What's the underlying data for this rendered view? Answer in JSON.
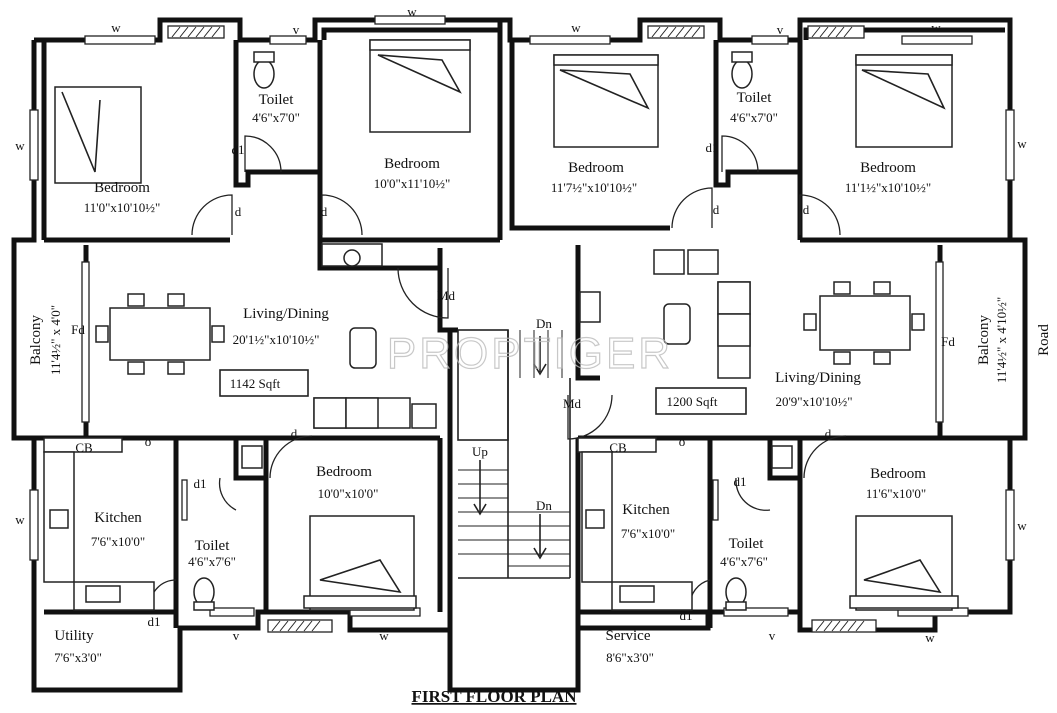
{
  "plan": {
    "title": "FIRST FLOOR PLAN",
    "watermark": "PROPTIGER",
    "road_label": "Road",
    "left_unit": {
      "area": "1142 Sqft",
      "bedroom_left": {
        "name": "Bedroom",
        "size": "11'0\"x10'10½\""
      },
      "toilet_top": {
        "name": "Toilet",
        "size": "4'6\"x7'0\""
      },
      "bedroom_top": {
        "name": "Bedroom",
        "size": "10'0\"x11'10½\""
      },
      "balcony": {
        "name": "Balcony",
        "size": "11'4½\" x 4'0\""
      },
      "living": {
        "name": "Living/Dining",
        "size": "20'1½\"x10'10½\""
      },
      "kitchen": {
        "name": "Kitchen",
        "size": "7'6\"x10'0\""
      },
      "toilet_bottom": {
        "name": "Toilet",
        "size": "4'6\"x7'6\""
      },
      "bedroom_bottom": {
        "name": "Bedroom",
        "size": "10'0\"x10'0\""
      },
      "utility": {
        "name": "Utility",
        "size": "7'6\"x3'0\""
      }
    },
    "right_unit": {
      "area": "1200 Sqft",
      "bedroom_mid": {
        "name": "Bedroom",
        "size": "11'7½\"x10'10½\""
      },
      "toilet_top": {
        "name": "Toilet",
        "size": "4'6\"x7'0\""
      },
      "bedroom_right": {
        "name": "Bedroom",
        "size": "11'1½\"x10'10½\""
      },
      "balcony": {
        "name": "Balcony",
        "size": "11'4½\" x 4'10½\""
      },
      "living": {
        "name": "Living/Dining",
        "size": "20'9\"x10'10½\""
      },
      "kitchen": {
        "name": "Kitchen",
        "size": "7'6\"x10'0\""
      },
      "toilet_bottom": {
        "name": "Toilet",
        "size": "4'6\"x7'6\""
      },
      "bedroom_bottom": {
        "name": "Bedroom",
        "size": "11'6\"x10'0\""
      },
      "service": {
        "name": "Service",
        "size": "8'6\"x3'0\""
      }
    },
    "tags": {
      "w": "w",
      "v": "v",
      "d": "d",
      "d1": "d1",
      "fd": "Fd",
      "md": "Md",
      "cb": "CB",
      "o": "o",
      "up": "Up",
      "dn": "Dn"
    }
  }
}
